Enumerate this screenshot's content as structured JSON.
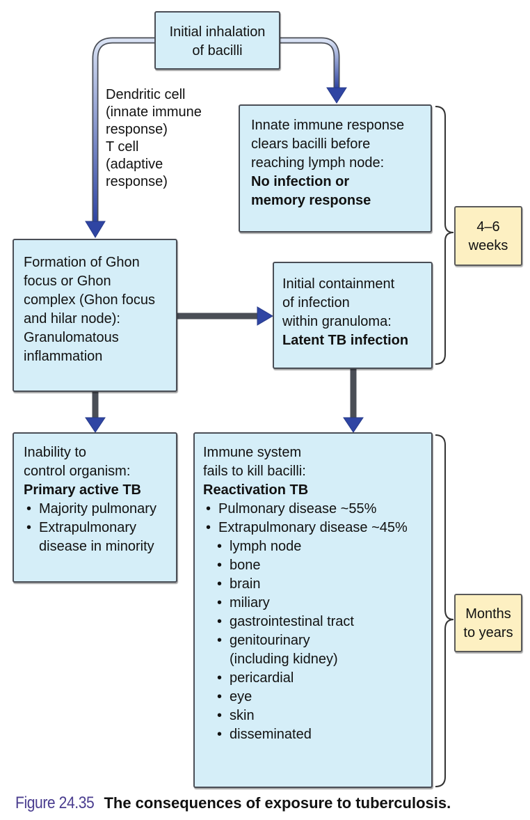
{
  "start_box": {
    "line1": "Initial inhalation",
    "line2": "of bacilli"
  },
  "left_label": [
    "Dendritic cell",
    "(innate immune",
    "response)",
    "T cell",
    "(adaptive",
    "response)"
  ],
  "cleared_box": {
    "line1": "Innate immune response",
    "line2": "clears bacilli before",
    "line3": "reaching lymph node:",
    "bold1": "No infection or",
    "bold2": "memory response"
  },
  "ghon_box": [
    "Formation of Ghon",
    "focus or Ghon",
    "complex (Ghon focus",
    "and hilar node):",
    "Granulomatous",
    "inflammation"
  ],
  "latent_box": {
    "line1": "Initial containment",
    "line2": "of infection",
    "line3": "within granuloma:",
    "bold": "Latent TB infection"
  },
  "primary_box": {
    "line1": "Inability to",
    "line2": "control organism:",
    "bold": "Primary active TB",
    "bullet1": "Majority pulmonary",
    "bullet2a": "Extrapulmonary",
    "bullet2b": "disease in minority"
  },
  "reactivation_box": {
    "line1": "Immune system",
    "line2": "fails to kill bacilli:",
    "bold": "Reactivation TB",
    "bullet1": "Pulmonary disease ~55%",
    "bullet2": "Extrapulmonary disease ~45%",
    "sites": [
      "lymph node",
      "bone",
      "brain",
      "miliary",
      "gastrointestinal tract",
      "genitourinary",
      "(including kidney)",
      "pericardial",
      "eye",
      "skin",
      "disseminated"
    ]
  },
  "timeframe_tags": {
    "early_a": "4–6",
    "early_b": "weeks",
    "late_a": "Months",
    "late_b": "to years"
  },
  "caption": {
    "number": "Figure 24.35",
    "text": "The consequences of exposure to tuberculosis."
  },
  "colors": {
    "box_fill": "#d5eef8",
    "tag_fill": "#fdf0c2",
    "arrow": "#3b4fa8",
    "caption_number": "#4a3d8f"
  }
}
